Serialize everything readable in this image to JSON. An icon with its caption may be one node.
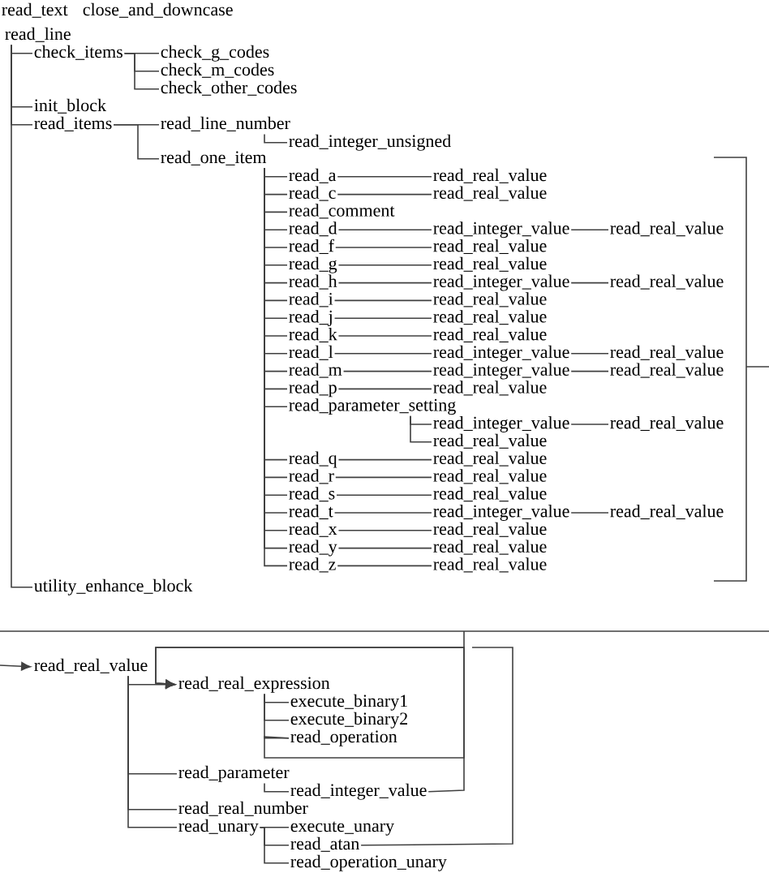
{
  "diagram": {
    "nodes": [
      {
        "text": [
          "read_line"
        ]
      },
      {
        "text": [
          "check_items"
        ]
      },
      {
        "text": [
          "check_g_codes"
        ]
      },
      {
        "text": [
          "check_m_codes"
        ]
      },
      {
        "text": [
          "check_other_codes"
        ]
      },
      {
        "text": [
          "init_block"
        ]
      },
      {
        "text": [
          "read_items"
        ]
      },
      {
        "text": [
          "read_line_number"
        ]
      },
      {
        "text": [
          "read_integer_unsigned"
        ]
      },
      {
        "text": [
          "read_one_item"
        ]
      },
      {
        "text": [
          "read_a"
        ]
      },
      {
        "text": [
          "read_real_value"
        ]
      },
      {
        "text": [
          "read_c"
        ]
      },
      {
        "text": [
          "read_real_value"
        ]
      },
      {
        "text": [
          "read_comment"
        ]
      },
      {
        "text": [
          "read_d"
        ]
      },
      {
        "text": [
          "read_integer_value"
        ]
      },
      {
        "text": [
          "read_real_value"
        ]
      },
      {
        "text": [
          "read_f"
        ]
      },
      {
        "text": [
          "read_real_value"
        ]
      },
      {
        "text": [
          "read_g"
        ]
      },
      {
        "text": [
          "read_real_value"
        ]
      },
      {
        "text": [
          "read_h"
        ]
      },
      {
        "text": [
          "read_integer_value"
        ]
      },
      {
        "text": [
          "read_real_value"
        ]
      },
      {
        "text": [
          "read_i"
        ]
      },
      {
        "text": [
          "read_real_value"
        ]
      },
      {
        "text": [
          "read_j"
        ]
      },
      {
        "text": [
          "read_real_value"
        ]
      },
      {
        "text": [
          "read_k"
        ]
      },
      {
        "text": [
          "read_real_value"
        ]
      },
      {
        "text": [
          "read_l"
        ]
      },
      {
        "text": [
          "read_integer_value"
        ]
      },
      {
        "text": [
          "read_real_value"
        ]
      },
      {
        "text": [
          "read_m"
        ]
      },
      {
        "text": [
          "read_integer_value"
        ]
      },
      {
        "text": [
          "read_real_value"
        ]
      },
      {
        "text": [
          "read_p"
        ]
      },
      {
        "text": [
          "read_real_value"
        ]
      },
      {
        "text": [
          "read_parameter_setting"
        ]
      },
      {
        "text": [
          "read_integer_value"
        ]
      },
      {
        "text": [
          "read_real_value"
        ]
      },
      {
        "text": [
          "read_real_value"
        ]
      },
      {
        "text": [
          "read_q"
        ]
      },
      {
        "text": [
          "read_real_value"
        ]
      },
      {
        "text": [
          "read_r"
        ]
      },
      {
        "text": [
          "read_real_value"
        ]
      },
      {
        "text": [
          "read_s"
        ]
      },
      {
        "text": [
          "read_real_value"
        ]
      },
      {
        "text": [
          "read_t"
        ]
      },
      {
        "text": [
          "read_integer_value"
        ]
      },
      {
        "text": [
          "read_real_value"
        ]
      },
      {
        "text": [
          "read_x"
        ]
      },
      {
        "text": [
          "read_real_value"
        ]
      },
      {
        "text": [
          "read_y"
        ]
      },
      {
        "text": [
          "read_real_value"
        ]
      },
      {
        "text": [
          "read_z"
        ]
      },
      {
        "text": [
          "read_real_value"
        ]
      },
      {
        "text": [
          "utility_enhance_block"
        ]
      },
      {
        "text": [
          "read_real_value"
        ]
      },
      {
        "text": [
          "read_real_expression"
        ]
      },
      {
        "text": [
          "execute_binary1"
        ]
      },
      {
        "text": [
          "execute_binary2"
        ]
      },
      {
        "text": [
          "read_operation"
        ]
      },
      {
        "text": [
          "read_parameter"
        ]
      },
      {
        "text": [
          "read_integer_value"
        ]
      },
      {
        "text": [
          "read_real_number"
        ]
      },
      {
        "text": [
          "read_unary"
        ]
      },
      {
        "text": [
          "execute_unary"
        ]
      },
      {
        "text": [
          "read_atan"
        ]
      },
      {
        "text": [
          "read_operation_unary"
        ]
      }
    ],
    "edges": [
      {
        "from": 0,
        "to": 1,
        "arrow": "none"
      },
      {
        "from": 0,
        "to": 5,
        "arrow": "none"
      },
      {
        "from": 0,
        "to": 6,
        "arrow": "none"
      },
      {
        "from": 0,
        "to": 58,
        "arrow": "none"
      },
      {
        "from": 1,
        "to": 2,
        "arrow": "none"
      },
      {
        "from": 1,
        "to": 3,
        "arrow": "none"
      },
      {
        "from": 1,
        "to": 4,
        "arrow": "none"
      },
      {
        "from": 6,
        "to": 7,
        "arrow": "none"
      },
      {
        "from": 6,
        "to": 9,
        "arrow": "none"
      },
      {
        "from": 7,
        "to": 8,
        "arrow": "none"
      },
      {
        "from": 9,
        "to": 10,
        "arrow": "none"
      },
      {
        "from": 9,
        "to": 12,
        "arrow": "none"
      },
      {
        "from": 9,
        "to": 14,
        "arrow": "none"
      },
      {
        "from": 9,
        "to": 15,
        "arrow": "none"
      },
      {
        "from": 9,
        "to": 18,
        "arrow": "none"
      },
      {
        "from": 9,
        "to": 20,
        "arrow": "none"
      },
      {
        "from": 9,
        "to": 22,
        "arrow": "none"
      },
      {
        "from": 9,
        "to": 25,
        "arrow": "none"
      },
      {
        "from": 9,
        "to": 27,
        "arrow": "none"
      },
      {
        "from": 9,
        "to": 29,
        "arrow": "none"
      },
      {
        "from": 9,
        "to": 31,
        "arrow": "none"
      },
      {
        "from": 9,
        "to": 34,
        "arrow": "none"
      },
      {
        "from": 9,
        "to": 37,
        "arrow": "none"
      },
      {
        "from": 9,
        "to": 39,
        "arrow": "none"
      },
      {
        "from": 9,
        "to": 43,
        "arrow": "none"
      },
      {
        "from": 9,
        "to": 45,
        "arrow": "none"
      },
      {
        "from": 9,
        "to": 47,
        "arrow": "none"
      },
      {
        "from": 9,
        "to": 49,
        "arrow": "none"
      },
      {
        "from": 9,
        "to": 52,
        "arrow": "none"
      },
      {
        "from": 9,
        "to": 54,
        "arrow": "none"
      },
      {
        "from": 9,
        "to": 56,
        "arrow": "none"
      },
      {
        "from": 10,
        "to": 11,
        "arrow": "none"
      },
      {
        "from": 12,
        "to": 13,
        "arrow": "none"
      },
      {
        "from": 15,
        "to": 16,
        "arrow": "none"
      },
      {
        "from": 16,
        "to": 17,
        "arrow": "none"
      },
      {
        "from": 18,
        "to": 19,
        "arrow": "none"
      },
      {
        "from": 20,
        "to": 21,
        "arrow": "none"
      },
      {
        "from": 22,
        "to": 23,
        "arrow": "none"
      },
      {
        "from": 23,
        "to": 24,
        "arrow": "none"
      },
      {
        "from": 25,
        "to": 26,
        "arrow": "none"
      },
      {
        "from": 27,
        "to": 28,
        "arrow": "none"
      },
      {
        "from": 29,
        "to": 30,
        "arrow": "none"
      },
      {
        "from": 31,
        "to": 32,
        "arrow": "none"
      },
      {
        "from": 32,
        "to": 33,
        "arrow": "none"
      },
      {
        "from": 34,
        "to": 35,
        "arrow": "none"
      },
      {
        "from": 35,
        "to": 36,
        "arrow": "none"
      },
      {
        "from": 37,
        "to": 38,
        "arrow": "none"
      },
      {
        "from": 39,
        "to": 40,
        "arrow": "none"
      },
      {
        "from": 40,
        "to": 41,
        "arrow": "none"
      },
      {
        "from": 39,
        "to": 42,
        "arrow": "none"
      },
      {
        "from": 43,
        "to": 44,
        "arrow": "none"
      },
      {
        "from": 45,
        "to": 46,
        "arrow": "none"
      },
      {
        "from": 47,
        "to": 48,
        "arrow": "none"
      },
      {
        "from": 49,
        "to": 50,
        "arrow": "none"
      },
      {
        "from": 50,
        "to": 51,
        "arrow": "none"
      },
      {
        "from": 52,
        "to": 53,
        "arrow": "none"
      },
      {
        "from": 54,
        "to": 55,
        "arrow": "none"
      },
      {
        "from": 56,
        "to": 57,
        "arrow": "none"
      },
      {
        "from": null,
        "to": 59,
        "arrow": "to"
      },
      {
        "from": 59,
        "to": 60,
        "arrow": "to"
      },
      {
        "from": 59,
        "to": 64,
        "arrow": "none"
      },
      {
        "from": 59,
        "to": 66,
        "arrow": "none"
      },
      {
        "from": 59,
        "to": 67,
        "arrow": "none"
      },
      {
        "from": 60,
        "to": 61,
        "arrow": "none"
      },
      {
        "from": 60,
        "to": 62,
        "arrow": "none"
      },
      {
        "from": 60,
        "to": 63,
        "arrow": "none"
      },
      {
        "from": 63,
        "to": 60,
        "arrow": "to"
      },
      {
        "from": 64,
        "to": 65,
        "arrow": "none"
      },
      {
        "from": 65,
        "to": 60,
        "arrow": "to"
      },
      {
        "from": 67,
        "to": 68,
        "arrow": "none"
      },
      {
        "from": 67,
        "to": 69,
        "arrow": "none"
      },
      {
        "from": 67,
        "to": 70,
        "arrow": "none"
      },
      {
        "from": 69,
        "to": null,
        "arrow": "none"
      }
    ],
    "labels": [
      "read_text",
      "close_and_downcase"
    ]
  }
}
